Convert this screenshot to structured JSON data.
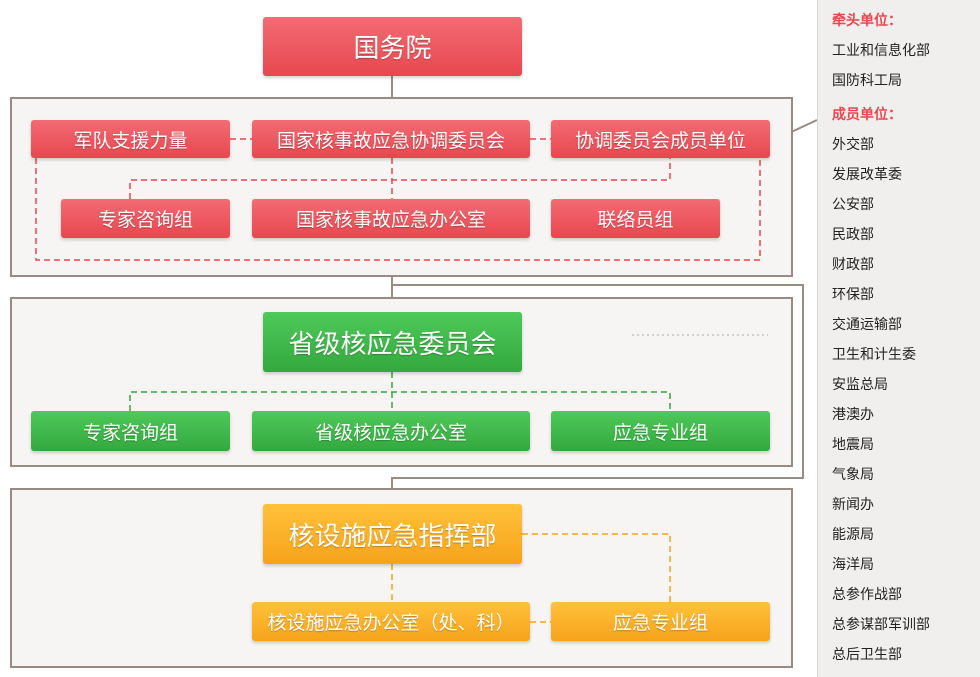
{
  "top_box": "国务院",
  "tier1": {
    "row1": [
      "军队支援力量",
      "国家核事故应急协调委员会",
      "协调委员会成员单位"
    ],
    "row2": [
      "专家咨询组",
      "国家核事故应急办公室",
      "联络员组"
    ]
  },
  "tier2": {
    "main": "省级核应急委员会",
    "row": [
      "专家咨询组",
      "省级核应急办公室",
      "应急专业组"
    ]
  },
  "tier3": {
    "main": "核设施应急指挥部",
    "office": "核设施应急办公室（处、科）",
    "group": "应急专业组"
  },
  "sidebar": {
    "lead_heading": "牵头单位：",
    "lead_units": [
      "工业和信息化部",
      "国防科工局"
    ],
    "member_heading": "成员单位：",
    "member_units": [
      "外交部",
      "发展改革委",
      "公安部",
      "民政部",
      "财政部",
      "环保部",
      "交通运输部",
      "卫生和计生委",
      "安监总局",
      "港澳办",
      "地震局",
      "气象局",
      "新闻办",
      "能源局",
      "海洋局",
      "总参作战部",
      "总参谋部军训部",
      "总后卫生部"
    ]
  },
  "colors": {
    "red": "#e8474f",
    "green": "#33a83e",
    "orange": "#f7a21b",
    "panel_border": "#9a8a84"
  }
}
